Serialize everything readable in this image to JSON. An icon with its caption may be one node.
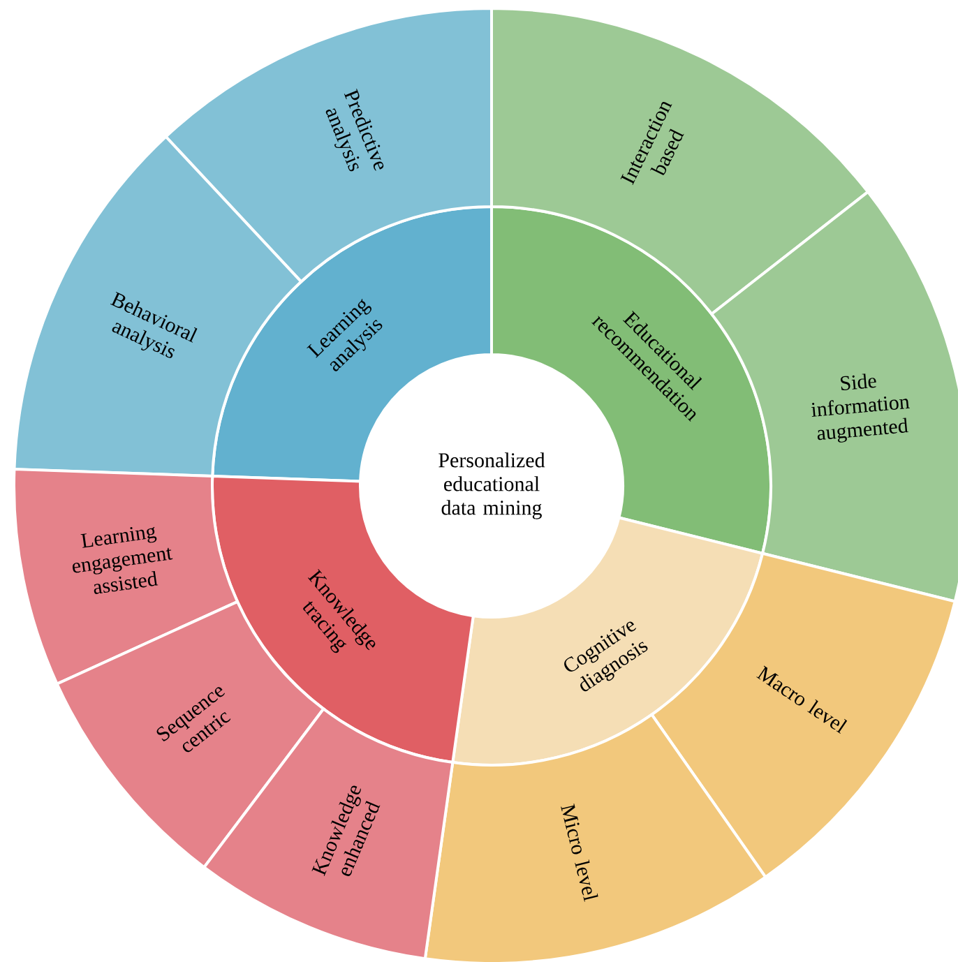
{
  "diagram": {
    "nodes": [
      {
        "text": [
          "Personalized educational data mining"
        ]
      },
      {
        "text": [
          "Learning analysis"
        ]
      },
      {
        "text": [
          "Predictive analysis"
        ]
      },
      {
        "text": [
          "Behavioral analysis"
        ]
      },
      {
        "text": [
          "Educational recommendation"
        ]
      },
      {
        "text": [
          "Interaction based"
        ]
      },
      {
        "text": [
          "Side information augmented"
        ]
      },
      {
        "text": [
          "Cognitive diagnosis"
        ]
      },
      {
        "text": [
          "Macro level"
        ]
      },
      {
        "text": [
          "Micro level"
        ]
      },
      {
        "text": [
          "Knowledge tracing"
        ]
      },
      {
        "text": [
          "Learning engagement assisted"
        ]
      },
      {
        "text": [
          "Sequence centric"
        ]
      },
      {
        "text": [
          "Knowledge enhanced"
        ]
      }
    ]
  }
}
